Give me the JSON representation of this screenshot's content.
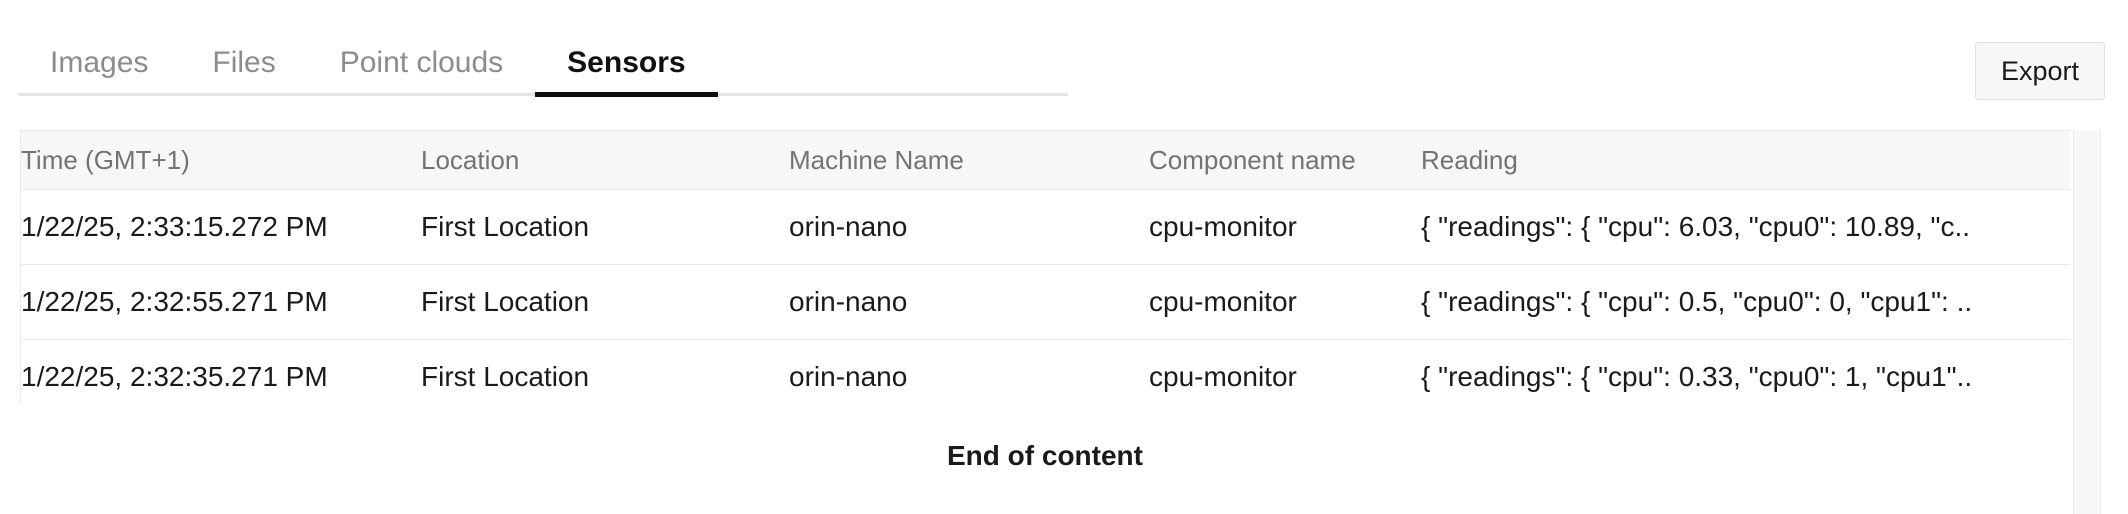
{
  "tabs": [
    {
      "label": "Images",
      "active": false
    },
    {
      "label": "Files",
      "active": false
    },
    {
      "label": "Point clouds",
      "active": false
    },
    {
      "label": "Sensors",
      "active": true
    }
  ],
  "toolbar": {
    "export_label": "Export"
  },
  "table": {
    "columns": [
      "Time (GMT+1)",
      "Location",
      "Machine Name",
      "Component name",
      "Reading"
    ],
    "rows": [
      {
        "time": "1/22/25, 2:33:15.272 PM",
        "location": "First Location",
        "machine": "orin-nano",
        "component": "cpu-monitor",
        "reading": "{ \"readings\": { \"cpu\": 6.03, \"cpu0\": 10.89, \"c.."
      },
      {
        "time": "1/22/25, 2:32:55.271 PM",
        "location": "First Location",
        "machine": "orin-nano",
        "component": "cpu-monitor",
        "reading": "{ \"readings\": { \"cpu\": 0.5, \"cpu0\": 0, \"cpu1\": .."
      },
      {
        "time": "1/22/25, 2:32:35.271 PM",
        "location": "First Location",
        "machine": "orin-nano",
        "component": "cpu-monitor",
        "reading": "{ \"readings\": { \"cpu\": 0.33, \"cpu0\": 1, \"cpu1\".."
      }
    ]
  },
  "footer": {
    "end_of_content": "End of content"
  },
  "colors": {
    "active_tab": "#111111",
    "inactive_tab": "#8c8c8c",
    "header_bg": "#f7f7f7",
    "border": "#e8e8e8"
  }
}
